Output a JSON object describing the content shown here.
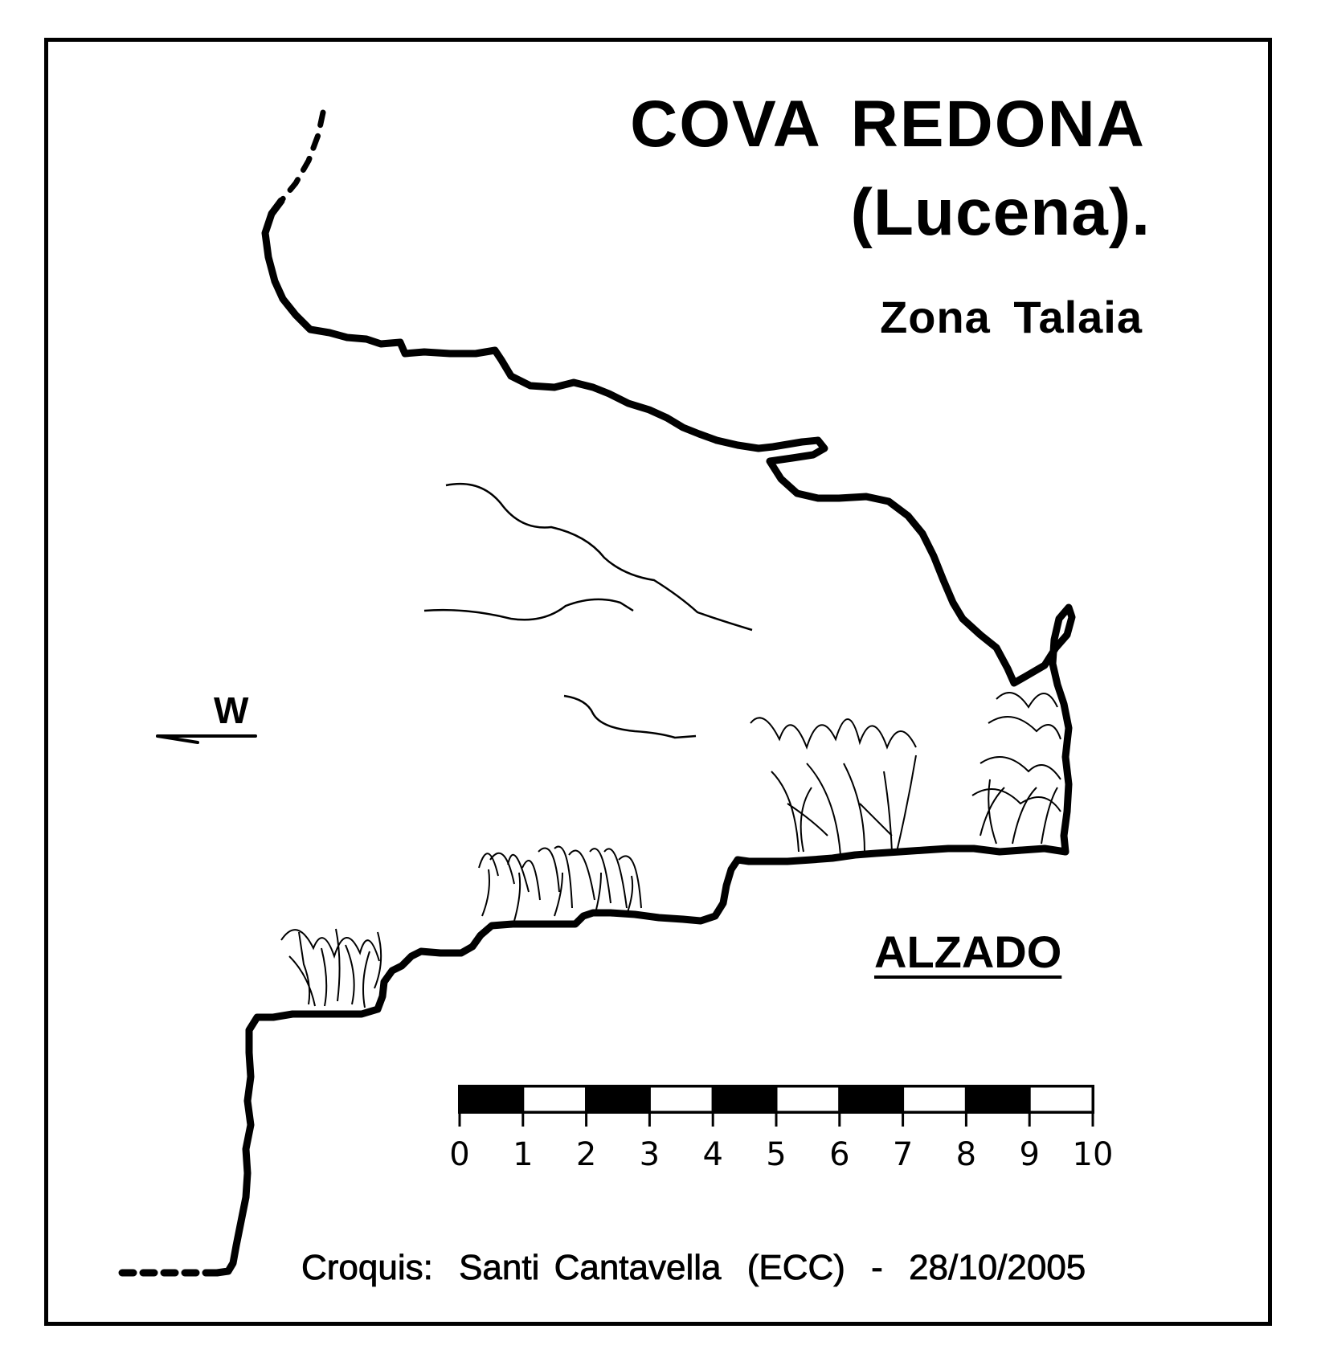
{
  "title": "COVA  REDONA",
  "subtitle": "(Lucena).",
  "zone": "Zona  Talaia",
  "orientation": {
    "label": "W"
  },
  "view_label": "ALZADO",
  "scale_bar": {
    "ticks": [
      "0",
      "1",
      "2",
      "3",
      "4",
      "5",
      "6",
      "7",
      "8",
      "9",
      "10"
    ],
    "segments": 10,
    "fill_colors": [
      "#000000",
      "#ffffff"
    ]
  },
  "credit": {
    "prefix": "Croquis:",
    "author": "Santi Cantavella",
    "group": "(ECC)",
    "separator": "-",
    "date": "28/10/2005"
  }
}
